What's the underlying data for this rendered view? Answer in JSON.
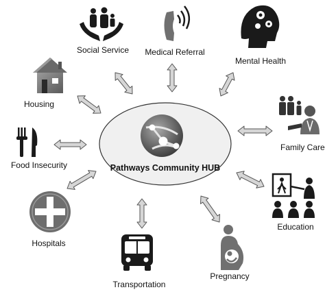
{
  "hub": {
    "label": "Pathways Community HUB"
  },
  "nodes": {
    "social_service": "Social Service",
    "medical_referral": "Medical Referral",
    "mental_health": "Mental Health",
    "housing": "Housing",
    "family_care": "Family Care",
    "food_insecurity": "Food Insecurity",
    "education": "Education",
    "hospitals": "Hospitals",
    "pregnancy": "Pregnancy",
    "transportation": "Transportation"
  },
  "colors": {
    "ellipse_fill": "#f0f0f0",
    "arrow_fill": "#d6d6d6",
    "arrow_stroke": "#555555",
    "icon_dark": "#1a1a1a",
    "icon_mid": "#707070",
    "icon_light": "#a8a8a8"
  }
}
